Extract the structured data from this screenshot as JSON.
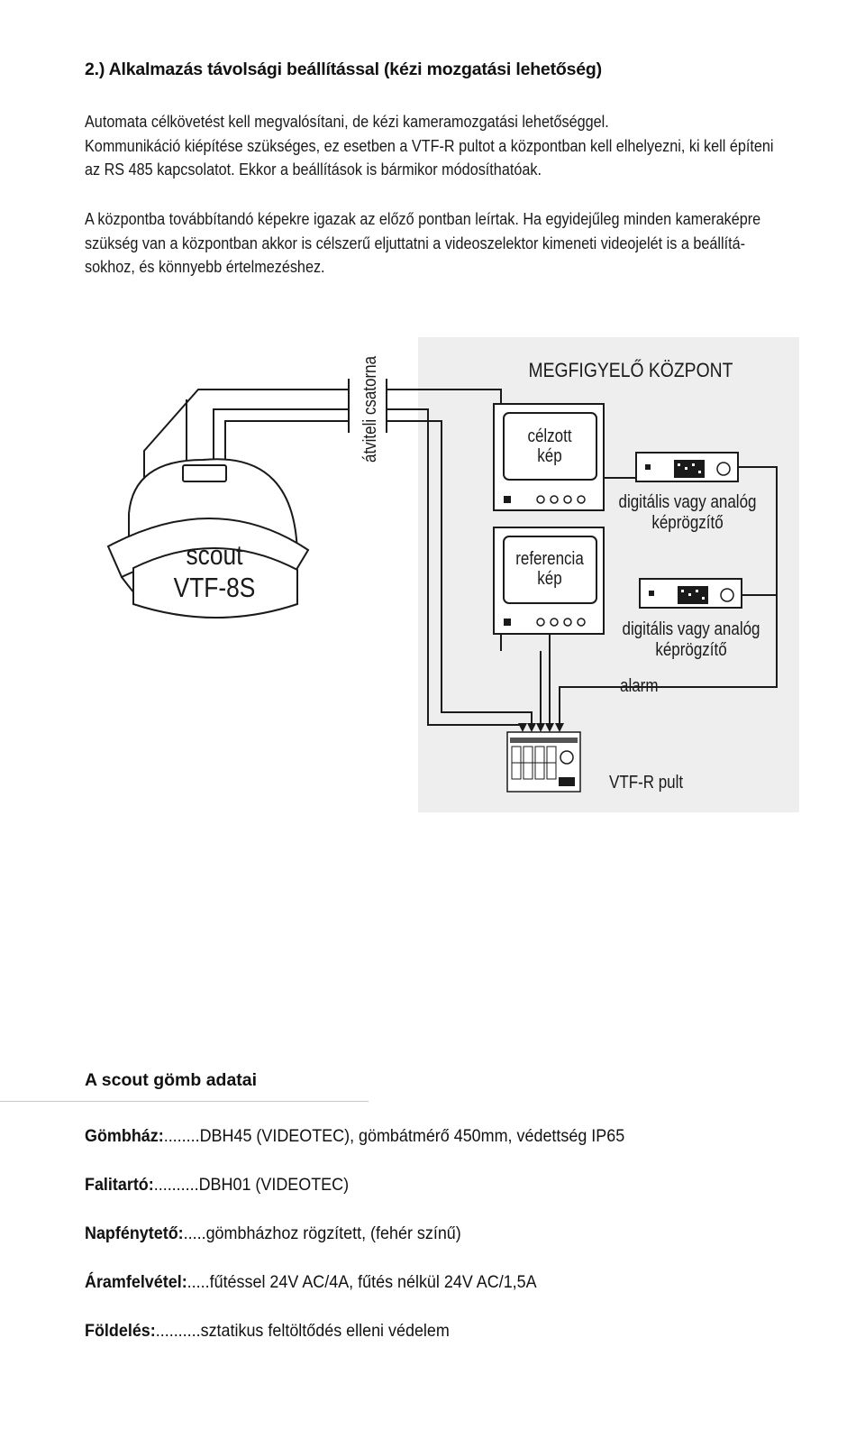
{
  "section": {
    "heading": "2.) Alkalmazás távolsági beállítással (kézi mozgatási lehetőség)"
  },
  "paragraphs": {
    "p1_lines": [
      "Automata célkövetést kell megvalósítani, de kézi kameramozgatási lehetőséggel.",
      "Kommunikáció kiépítése szükséges, ez esetben a VTF-R pultot a központban kell elhelyezni, ki kell építeni",
      "az RS 485 kapcsolatot. Ekkor a beállítások is bármikor módosíthatóak."
    ],
    "p2_lines": [
      "A központba továbbítandó képekre igazak az előző pontban leírtak. Ha egyidejűleg minden kameraképre",
      "szükség van a központban akkor is célszerű eljuttatni a videoszelektor kimeneti videojelét is a beállítá-",
      "sokhoz, és könnyebb értelmezéshez."
    ]
  },
  "diagram": {
    "center_title": "MEGFIGYELŐ KÖZPONT",
    "channel_label": "átviteli csatorna",
    "camera_line1": "scout",
    "camera_line2": "VTF-8S",
    "monitor1_line1": "célzott",
    "monitor1_line2": "kép",
    "monitor2_line1": "referencia",
    "monitor2_line2": "kép",
    "recorder1_line1": "digitális vagy analóg",
    "recorder1_line2": "képrögzítő",
    "recorder2_line1": "digitális vagy analóg",
    "recorder2_line2": "képrögzítő",
    "alarm_label": "alarm",
    "console_label": "VTF-R pult",
    "colors": {
      "panel_bg": "#eeeeee",
      "line": "#1a1a1a"
    }
  },
  "specs": {
    "title": "A scout gömb adatai",
    "rows": [
      {
        "label": "Gömbház:",
        "dots": "........",
        "value": "DBH45 (VIDEOTEC), gömbátmérő 450mm, védettség IP65"
      },
      {
        "label": "Falitartó:",
        "dots": "..........",
        "value": "DBH01 (VIDEOTEC)"
      },
      {
        "label": "Napfénytető:",
        "dots": ".....",
        "value": "gömbházhoz rögzített, (fehér színű)"
      },
      {
        "label": "Áramfelvétel:",
        "dots": ".....",
        "value": "fűtéssel 24V AC/4A, fűtés nélkül 24V AC/1,5A"
      },
      {
        "label": "Földelés:",
        "dots": "..........",
        "value": "sztatikus feltöltődés elleni védelem"
      }
    ]
  }
}
